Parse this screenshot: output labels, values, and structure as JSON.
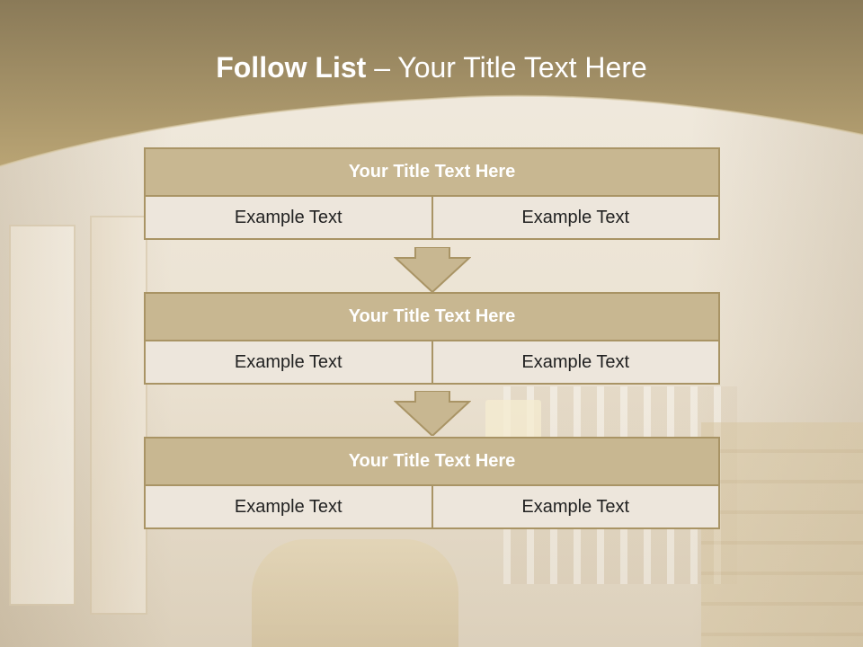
{
  "slide": {
    "title_bold": "Follow List",
    "title_rest": "– Your Title Text Here"
  },
  "blocks": [
    {
      "title": "Your Title Text Here",
      "left": "Example Text",
      "right": "Example Text"
    },
    {
      "title": "Your Title Text Here",
      "left": "Example Text",
      "right": "Example Text"
    },
    {
      "title": "Your Title Text Here",
      "left": "Example Text",
      "right": "Example Text"
    }
  ],
  "colors": {
    "header_band": "#8a7a58",
    "title_fill": "#c8b791",
    "border": "#a99465",
    "cell_fill": "#ede6dc"
  }
}
